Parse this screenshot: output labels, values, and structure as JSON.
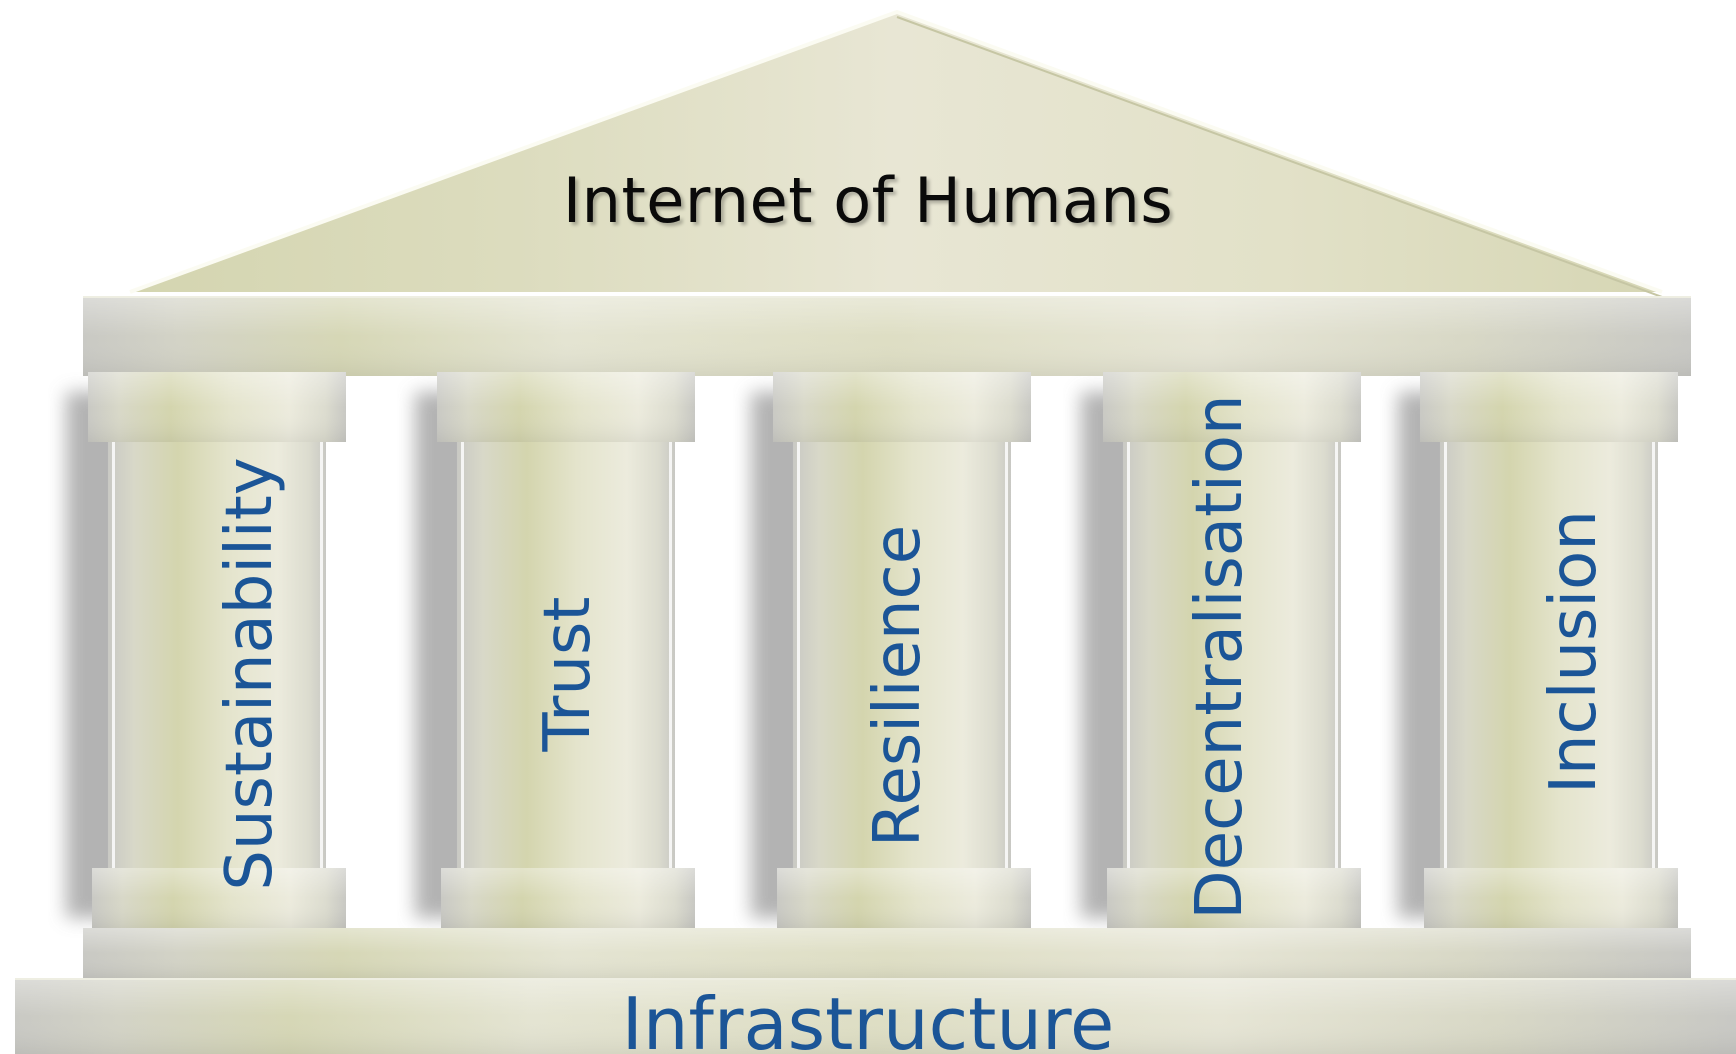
{
  "diagram": {
    "roof_title": "Internet of Humans",
    "pillars": [
      {
        "label": "Sustainability"
      },
      {
        "label": "Trust"
      },
      {
        "label": "Resilience"
      },
      {
        "label": "Decentralisation"
      },
      {
        "label": "Inclusion"
      }
    ],
    "base_label": "Infrastructure"
  },
  "colors": {
    "stone_light": "#ecebdd",
    "stone_mid": "#d6d6b5",
    "stone_gray": "#c9c9c4",
    "label_blue": "#1b5597",
    "title_black": "#0a0a0a"
  }
}
